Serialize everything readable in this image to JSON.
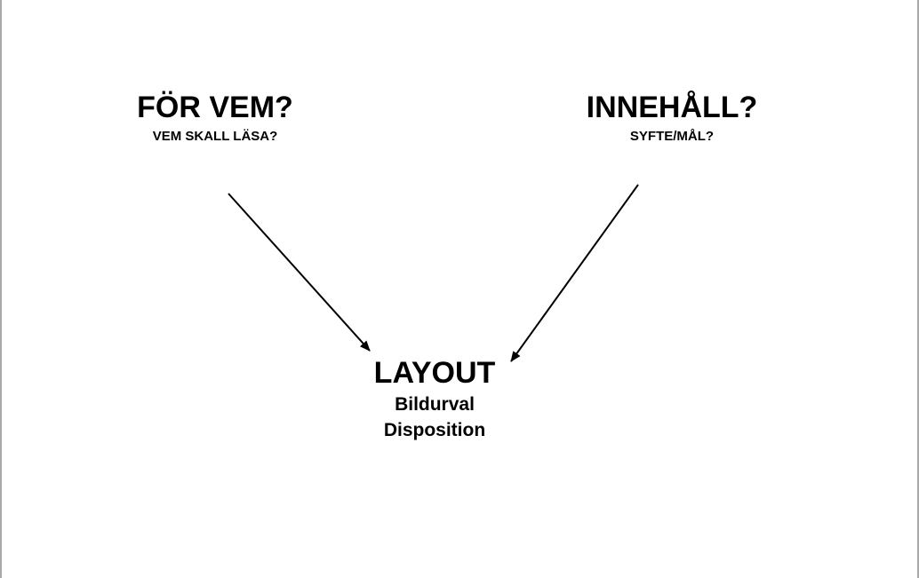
{
  "nodes": {
    "audience": {
      "title": "FÖR VEM?",
      "subtitle": "VEM SKALL LÄSA?"
    },
    "content": {
      "title": "INNEHÅLL?",
      "subtitle": "SYFTE/MÅL?"
    },
    "layout": {
      "title": "LAYOUT",
      "items": [
        "Bildurval",
        "Disposition"
      ]
    }
  },
  "edges": [
    {
      "from": "audience",
      "to": "layout"
    },
    {
      "from": "content",
      "to": "layout"
    }
  ],
  "colors": {
    "text": "#000000",
    "arrow": "#000000",
    "background": "#ffffff",
    "frame": "#a9a9a9"
  }
}
